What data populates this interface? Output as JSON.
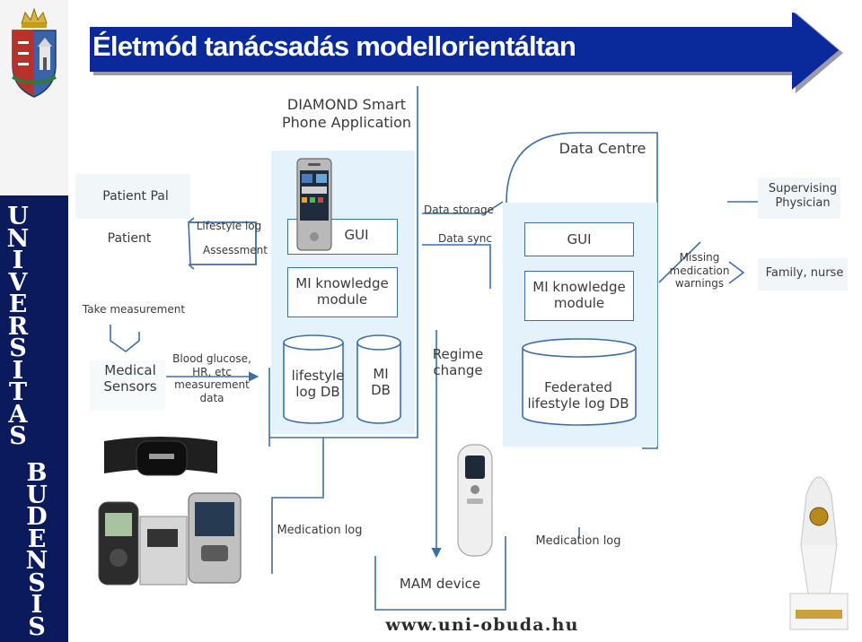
{
  "title": "Életmód tanácsadás modellorientáltan",
  "footer_url": "www.uni-obuda.hu",
  "university_letters": [
    "U",
    "N",
    "I",
    "V",
    "E",
    "R",
    "S",
    "I",
    "T",
    "A",
    "S",
    "B",
    "U",
    "D",
    "E",
    "N",
    "S",
    "I",
    "S"
  ],
  "colors": {
    "banner_blue": "#0a2a9c",
    "sidebar_navy": "#0a1a5c",
    "panel_light_blue": "#e3f2fb",
    "line_blue": "#3d6fa6"
  },
  "diagram": {
    "app_header": "DIAMOND Smart Phone Application",
    "data_centre_header": "Data Centre",
    "patient_pal": "Patient Pal",
    "patient": "Patient",
    "take_measurement": "Take measurement",
    "medical_sensors": "Medical Sensors",
    "lifestyle_log": "Lifestyle log",
    "assessment": "Assessment",
    "measurement_data": "Blood glucose, HR, etc measurement data",
    "app_gui": "GUI",
    "app_mi_module": "MI knowledge module",
    "lifestyle_log_db": "lifestyle log DB",
    "mi_db": "MI DB",
    "data_storage": "Data storage",
    "data_sync": "Data sync",
    "regime_change": "Regime change",
    "dc_gui": "GUI",
    "dc_mi_module": "MI knowledge module",
    "federated_db": "Federated lifestyle log DB",
    "missing_warnings": "Missing medication warnings",
    "supervising_physician": "Supervising Physician",
    "family_nurse": "Family, nurse",
    "medication_log_left": "Medication log",
    "medication_log_right": "Medication log",
    "mam_device": "MAM device"
  },
  "icons": [
    "university-crest-icon",
    "smartphone-icon",
    "heart-rate-strap-icon",
    "glucose-meter-icon",
    "mam-device-icon",
    "award-statue-icon"
  ]
}
